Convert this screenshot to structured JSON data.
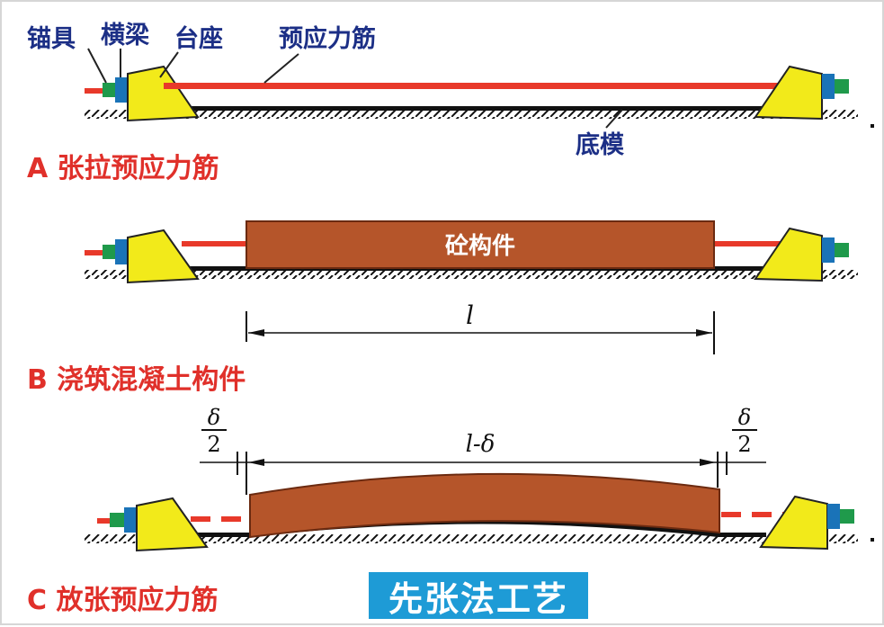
{
  "labels": {
    "anchor": "锚具",
    "crossbeam": "横梁",
    "pedestal": "台座",
    "tendon": "预应力筋",
    "bottom_form": "底模",
    "member": "砼构件",
    "len_b": "l",
    "len_c": "l-δ",
    "delta_half": "δ",
    "half_den": "2"
  },
  "stages": {
    "a": "A  张拉预应力筋",
    "b": "B  浇筑混凝土构件",
    "c": "C  放张预应力筋"
  },
  "title": "先张法工艺",
  "colors": {
    "tendon": "#e8392a",
    "pedestal": "#f2ea1a",
    "crossbeam": "#1a73b8",
    "anchor": "#1f9a4b",
    "member": "#b5552a",
    "stage_text": "#e0302a",
    "label_text": "#1c2f86",
    "title_bg": "#1e9bd6"
  }
}
